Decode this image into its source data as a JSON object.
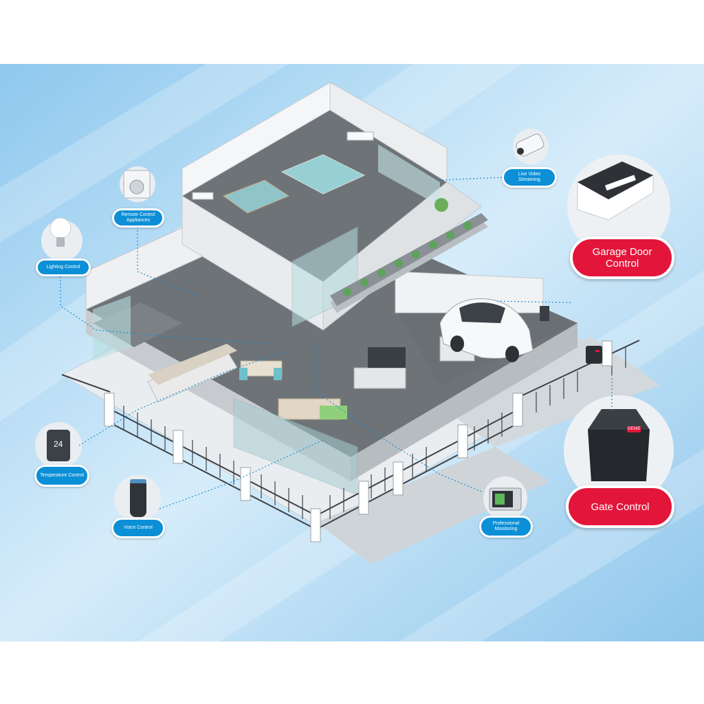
{
  "labels": {
    "remote_control_appliances": "Remote Control Appliances",
    "lighting_control": "Lighting Control",
    "live_video_streaming": "Live Video Streaming",
    "temperature_control": "Temperature Control",
    "voice_control": "Voice Control",
    "professional_monitoring": "Professional Monitoring",
    "garage_door_control": "Garage Door Control",
    "gate_control": "Gate Control"
  },
  "devices": {
    "thermostat_reading": "24",
    "gate_opener_brand": "GENIE"
  },
  "colors": {
    "label_blue": "#0b8fd6",
    "label_red": "#e3153a",
    "background_sky": "#a9d6f2"
  }
}
